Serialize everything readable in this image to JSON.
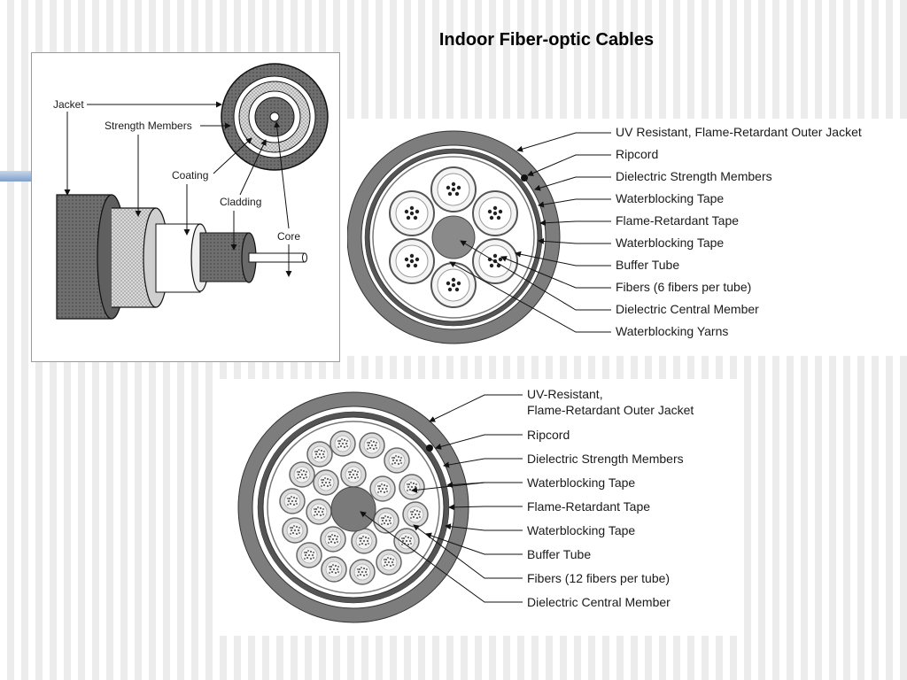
{
  "slide": {
    "title": "Indoor Fiber-optic Cables"
  },
  "diagram_simple": {
    "labels": {
      "jacket": "Jacket",
      "strength_members": "Strength Members",
      "coating": "Coating",
      "cladding": "Cladding",
      "core": "Core"
    }
  },
  "diagram_6_fiber": {
    "labels": [
      "UV Resistant, Flame-Retardant Outer Jacket",
      "Ripcord",
      "Dielectric Strength Members",
      "Waterblocking Tape",
      "Flame-Retardant Tape",
      "Waterblocking Tape",
      "Buffer Tube",
      "Fibers (6 fibers per tube)",
      "Dielectric Central Member",
      "Waterblocking Yarns"
    ]
  },
  "diagram_12_fiber": {
    "labels": [
      "UV-Resistant,",
      "Flame-Retardant Outer Jacket",
      "Ripcord",
      "Dielectric Strength Members",
      "Waterblocking Tape",
      "Flame-Retardant Tape",
      "Waterblocking Tape",
      "Buffer Tube",
      "Fibers (12 fibers per tube)",
      "Dielectric Central Member"
    ]
  },
  "colors": {
    "jacket_gray": "#7d7d7d",
    "dark_gray": "#555555",
    "light_gray": "#cfcfcf",
    "line": "#222222"
  }
}
